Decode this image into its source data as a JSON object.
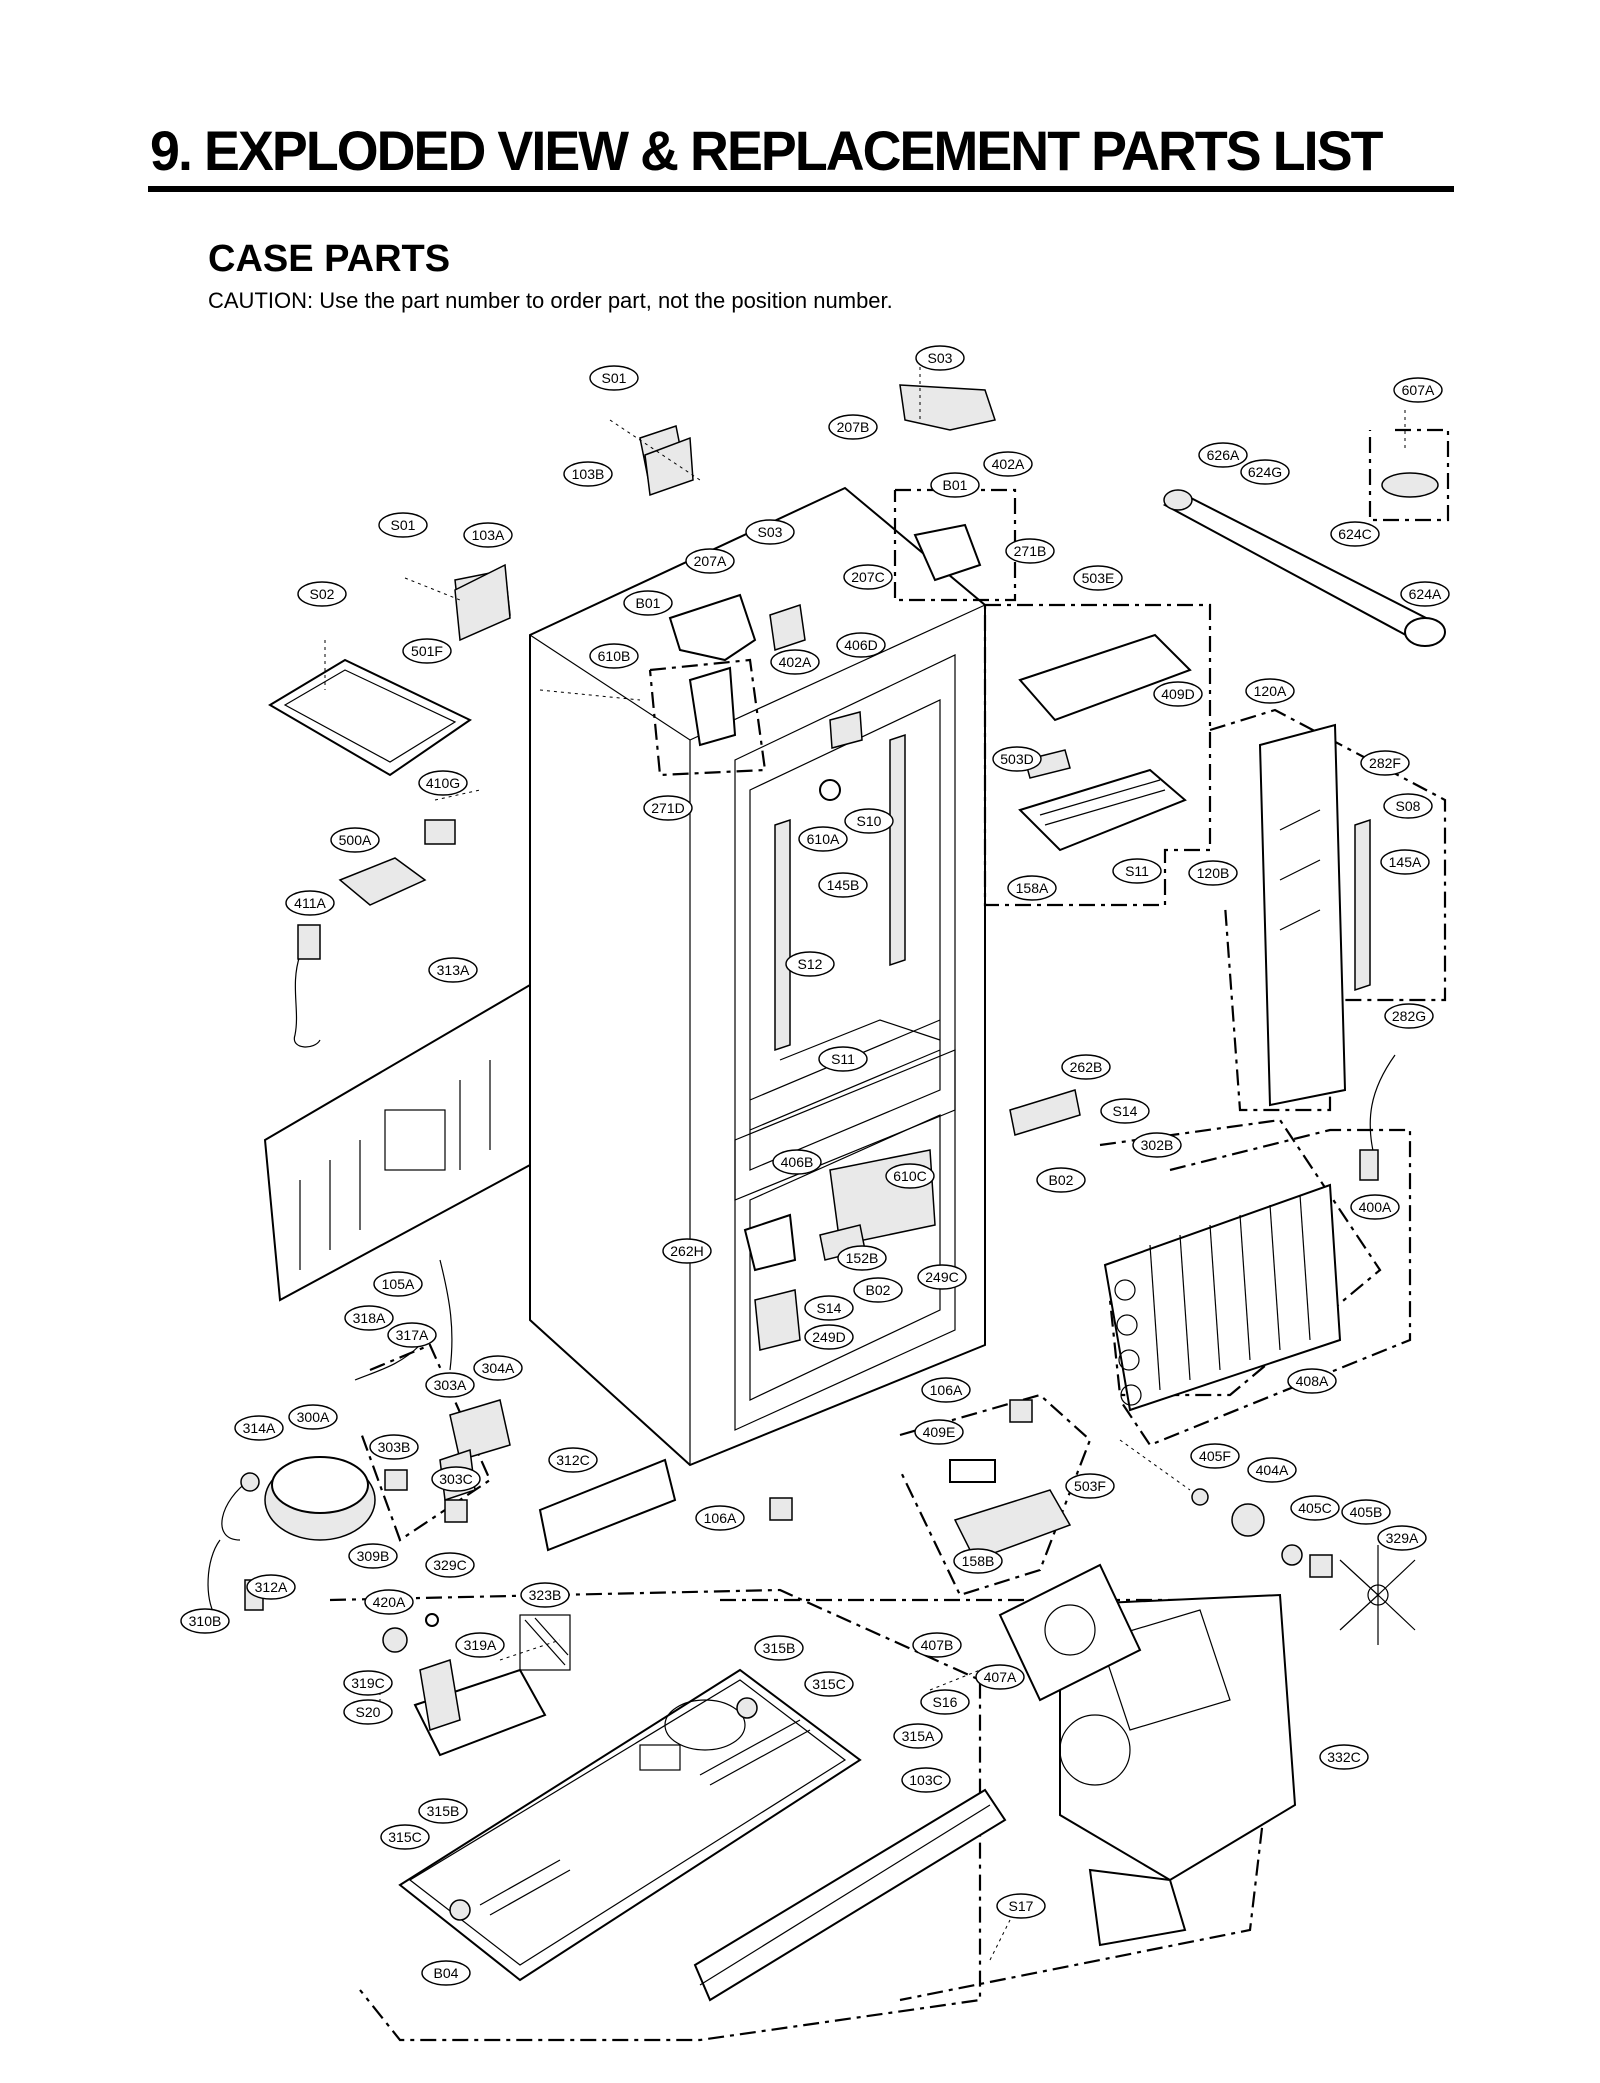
{
  "header": {
    "title": "9. EXPLODED VIEW & REPLACEMENT PARTS LIST",
    "section": "CASE PARTS",
    "caution": "CAUTION: Use the part number to order part, not the position number."
  },
  "callouts": [
    "S01",
    "S03",
    "607A",
    "207B",
    "103B",
    "402A",
    "B01",
    "626A",
    "624G",
    "S01",
    "103A",
    "S03",
    "624C",
    "207A",
    "271B",
    "S02",
    "207C",
    "B01",
    "503E",
    "624A",
    "501F",
    "406D",
    "610B",
    "402A",
    "409D",
    "120A",
    "503D",
    "282F",
    "271D",
    "S08",
    "410G",
    "S10",
    "610A",
    "500A",
    "S11",
    "120B",
    "158A",
    "145A",
    "145B",
    "411A",
    "313A",
    "S12",
    "282G",
    "S11",
    "262B",
    "S14",
    "302B",
    "406B",
    "610C",
    "B02",
    "400A",
    "262H",
    "152B",
    "249C",
    "B02",
    "105A",
    "S14",
    "318A",
    "317A",
    "249D",
    "304A",
    "303A",
    "106A",
    "408A",
    "314A",
    "300A",
    "409E",
    "303B",
    "312C",
    "405F",
    "404A",
    "503F",
    "303C",
    "106A",
    "405C",
    "405B",
    "329A",
    "158B",
    "309B",
    "329C",
    "312A",
    "420A",
    "323B",
    "310B",
    "319A",
    "407B",
    "315B",
    "407A",
    "319C",
    "315C",
    "S16",
    "S20",
    "315A",
    "332C",
    "103C",
    "315B",
    "315C",
    "S17",
    "B04"
  ]
}
